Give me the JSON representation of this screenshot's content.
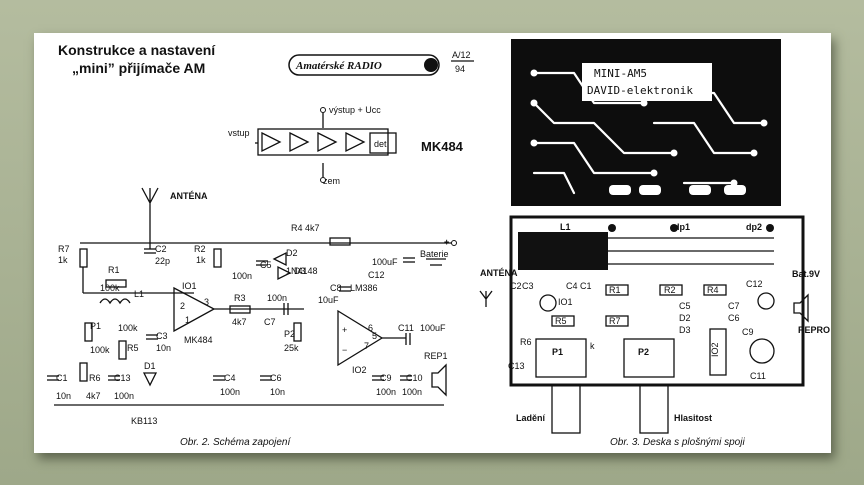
{
  "header": {
    "title_line1": "Konstrukce a nastavení",
    "title_line2": "„mini” přijímače AM",
    "logo_text": "Amatérské RADIO",
    "issue_num": "A/12",
    "issue_year": "94"
  },
  "mk484_block": {
    "in_label": "vstup",
    "out_label": "výstup + Ucc",
    "gnd_label": "zem",
    "det_label": "det",
    "name": "MK484"
  },
  "schematic": {
    "antenna": "ANTÉNA",
    "components": {
      "r7": "R7",
      "r7v": "1k",
      "r1": "R1",
      "r1v": "100k",
      "l1": "L1",
      "l1v": "100k",
      "c2": "C2",
      "c2v": "22p",
      "r2": "R2",
      "r2v": "1k",
      "io1": "IO1",
      "mk": "MK484",
      "p1": "P1",
      "p1v": "100k",
      "r5": "R5",
      "c3": "C3",
      "c3v": "10n",
      "c1": "C1",
      "c1v": "10n",
      "r6": "R6",
      "r6v": "4k7",
      "c13": "C13",
      "c13v": "100n",
      "d1": "D1",
      "kb": "KB113",
      "c4": "C4",
      "c4v": "100n",
      "c5": "C5",
      "c5v": "100n",
      "d2": "D2",
      "d3": "D3",
      "c5b": "100n",
      "r4": "R4 4k7",
      "in4148": "1N4148",
      "r3": "R3",
      "r3v": "4k7",
      "c7": "C7",
      "p2": "P2",
      "p2v": "25k",
      "c6": "C6",
      "c6v": "10n",
      "c8": "C8",
      "c8v": "10uF",
      "lm": "LM386",
      "io2": "IO2",
      "c11": "C11",
      "c11v": "100uF",
      "c12": "C12",
      "c12v": "100uF",
      "bat": "Baterie",
      "c9": "C9",
      "c9v": "100n",
      "c10": "C10",
      "c10v": "100n",
      "rep": "REP1"
    },
    "caption": "Obr. 2. Schéma zapojení"
  },
  "pcb": {
    "line1": "MINI-AM5",
    "line2": "DAVID-elektronik",
    "labels": {
      "l1": "L1",
      "dp1": "dp1",
      "dp2": "dp2",
      "ant": "ANTÉNA",
      "c2": "C2",
      "c3": "C3",
      "io1": "IO1",
      "c4": "C4",
      "c1": "C1",
      "r1": "R1",
      "r2": "R2",
      "r4": "R4",
      "c12": "C12",
      "bat": "Bat.9V",
      "r5": "R5",
      "r7": "R7",
      "c13": "C13",
      "r6": "R6",
      "p1": "P1",
      "p2": "P2",
      "io2": "IO2",
      "c11": "C11",
      "repro": "REPRO",
      "k": "k",
      "c9": "C9",
      "c6": "C6",
      "d2": "D2",
      "d3": "D3",
      "c7": "C7",
      "c5": "C5"
    },
    "knob1": "Ladění",
    "knob2": "Hlasitost",
    "caption": "Obr. 3. Deska s plošnými spoji"
  }
}
